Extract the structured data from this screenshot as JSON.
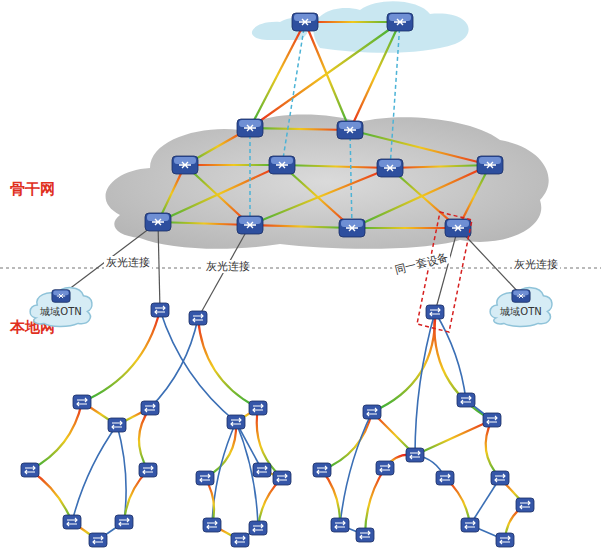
{
  "diagram": {
    "nodes": [
      {
        "text": [
          "城域OTN"
        ]
      },
      {
        "text": [
          "城域OTN"
        ]
      }
    ],
    "labels": [
      "骨干网",
      "灰光连接",
      "灰光连接",
      "同一套设备",
      "灰光连接",
      "本地网"
    ]
  }
}
